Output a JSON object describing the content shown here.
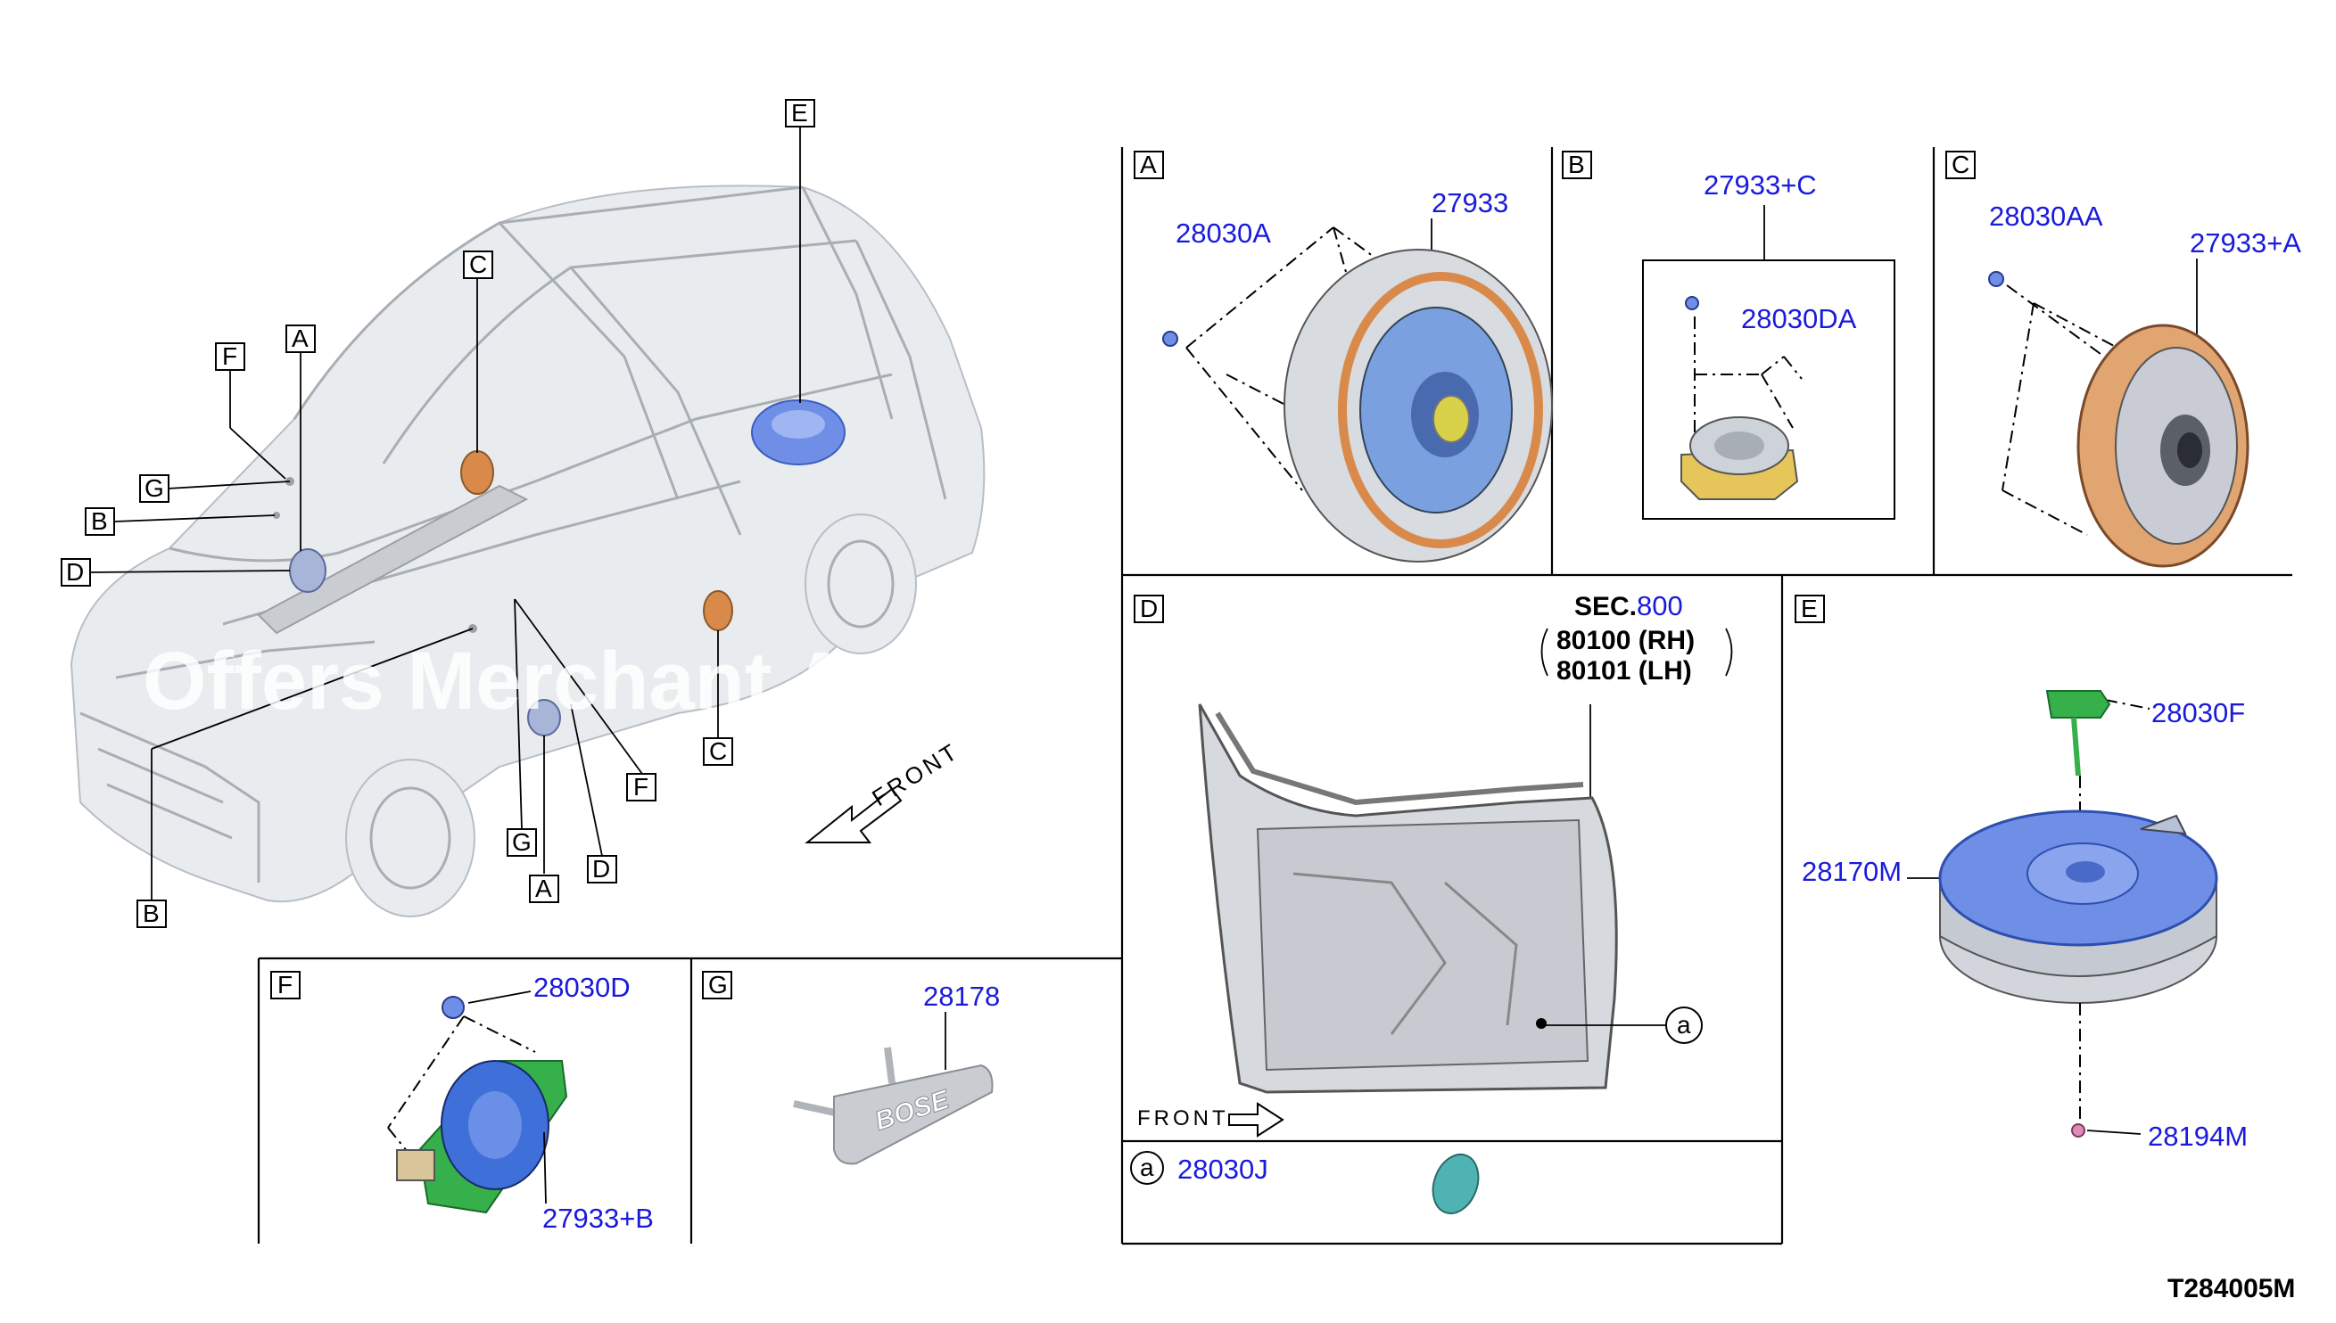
{
  "callouts": {
    "A": "A",
    "B": "B",
    "C": "C",
    "D": "D",
    "E": "E",
    "F": "F",
    "G": "G",
    "a": "a"
  },
  "overview": {
    "front_label": "FRONT"
  },
  "panel_A": {
    "parts": [
      "28030A",
      "27933"
    ]
  },
  "panel_B": {
    "parts": [
      "27933+C",
      "28030DA"
    ]
  },
  "panel_C": {
    "parts": [
      "28030AA",
      "27933+A"
    ]
  },
  "panel_D": {
    "sec_prefix": "SEC.",
    "sec_number": "800",
    "ref_rh": "80100 (RH)",
    "ref_lh": "80101 (LH)",
    "front_label": "FRONT"
  },
  "panel_E": {
    "parts": [
      "28030F",
      "28170M",
      "28194M"
    ]
  },
  "panel_F": {
    "parts": [
      "28030D",
      "27933+B"
    ]
  },
  "panel_G": {
    "parts": [
      "28178"
    ],
    "badge_text": "BOSE"
  },
  "panel_a": {
    "parts": [
      "28030J"
    ]
  },
  "diagram_code": "T284005M",
  "watermark": "Offers Merchant Area Sale",
  "colors": {
    "part_number": "#1a1adc",
    "speaker_blue": "#6f8fe6",
    "bracket_green": "#35b04a",
    "gasket_orange": "#d98a4a",
    "frame": "#000000"
  }
}
